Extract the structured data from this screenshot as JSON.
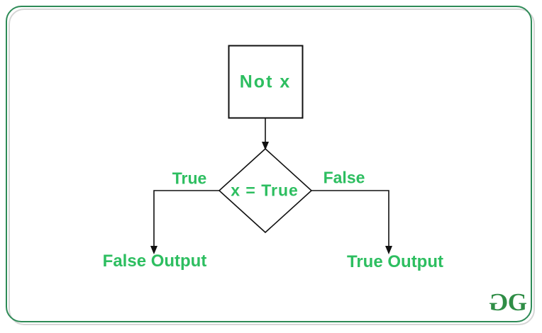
{
  "colors": {
    "accent_green": "#2DBE60",
    "frame_green": "#2E8B57",
    "logo_green": "#2F8D46",
    "line_color": "#111111",
    "shadow_gray": "#D6D6D6"
  },
  "flowchart": {
    "process_box": {
      "label": "Not x"
    },
    "decision": {
      "label": "x = True"
    },
    "left_branch": {
      "condition": "True",
      "output": "False Output"
    },
    "right_branch": {
      "condition": "False",
      "output": "True Output"
    }
  },
  "logo": {
    "left_glyph": "G",
    "right_glyph": "G"
  }
}
